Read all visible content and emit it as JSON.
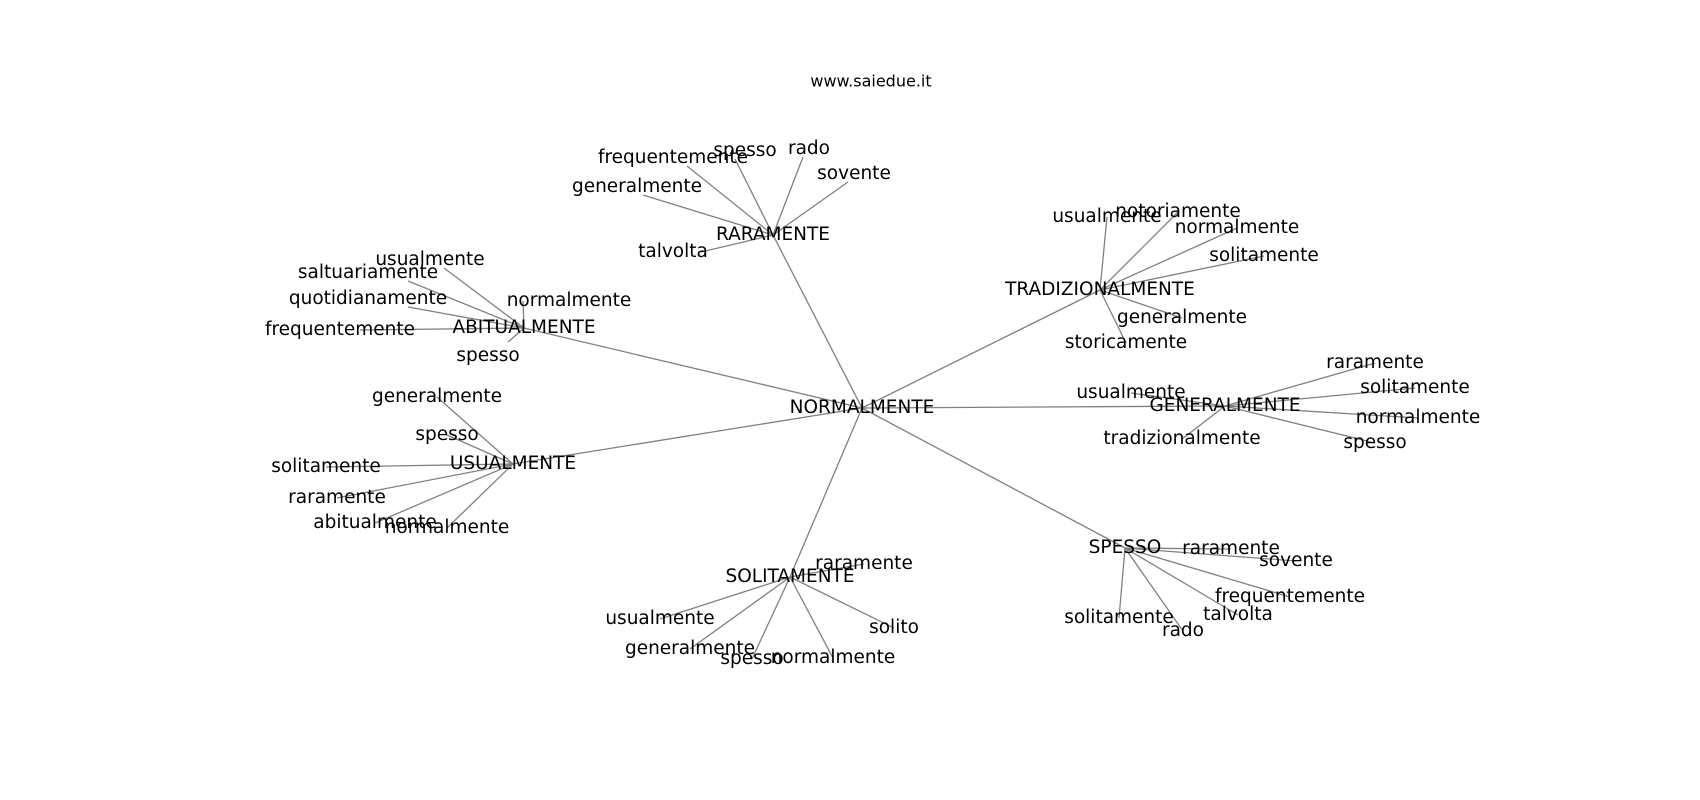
{
  "site": "www.saiedue.it",
  "edge_color": "#808080",
  "root": "NORMALMENTE",
  "hubs": [
    {
      "word": "RARAMENTE",
      "synonyms": [
        "frequentemente",
        "spesso",
        "rado",
        "sovente",
        "generalmente",
        "talvolta"
      ]
    },
    {
      "word": "ABITUALMENTE",
      "synonyms": [
        "usualmente",
        "saltuariamente",
        "quotidianamente",
        "normalmente",
        "frequentemente",
        "spesso"
      ]
    },
    {
      "word": "TRADIZIONALMENTE",
      "synonyms": [
        "usualmente",
        "notoriamente",
        "normalmente",
        "solitamente",
        "generalmente",
        "storicamente"
      ]
    },
    {
      "word": "GENERALMENTE",
      "synonyms": [
        "raramente",
        "solitamente",
        "usualmente",
        "normalmente",
        "tradizionalmente",
        "spesso"
      ]
    },
    {
      "word": "USUALMENTE",
      "synonyms": [
        "generalmente",
        "spesso",
        "solitamente",
        "raramente",
        "abitualmente",
        "normalmente"
      ]
    },
    {
      "word": "SOLITAMENTE",
      "synonyms": [
        "raramente",
        "usualmente",
        "solito",
        "generalmente",
        "spesso",
        "normalmente"
      ]
    },
    {
      "word": "SPESSO",
      "synonyms": [
        "raramente",
        "sovente",
        "frequentemente",
        "talvolta",
        "solitamente",
        "rado"
      ]
    }
  ]
}
